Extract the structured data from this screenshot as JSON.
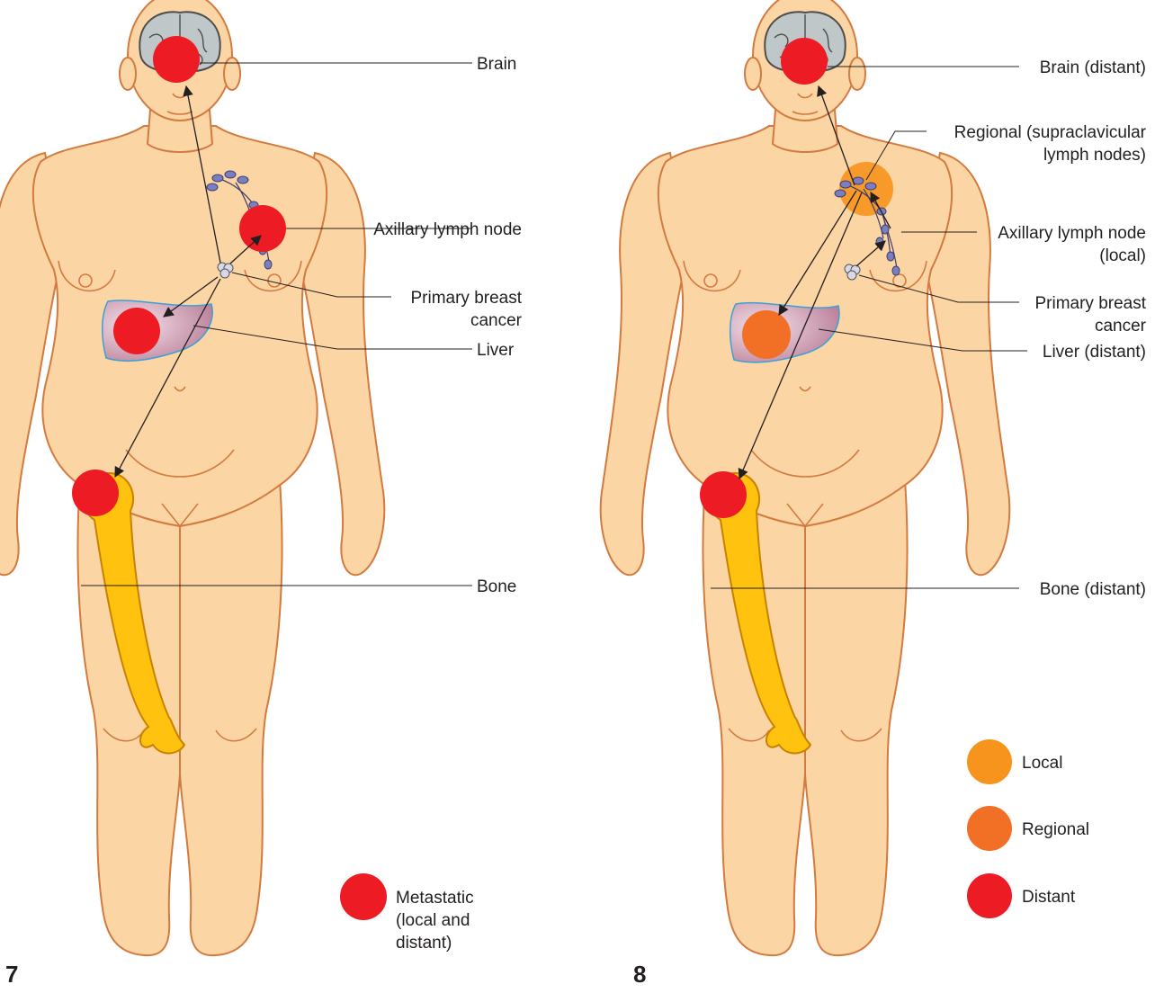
{
  "colors": {
    "skin": "#fcd5a4",
    "outline": "#d27a3f",
    "local": "#f7941d",
    "regional": "#f26f26",
    "distant": "#ed1c24",
    "bone": "#ffc20e",
    "brain": "#bfc7c8",
    "liver": "#c98ca3",
    "lymph": "#7b7fc0"
  },
  "figure7": {
    "number": "7",
    "labels": {
      "brain": "Brain",
      "axillary": "Axillary lymph node",
      "primary_line1": "Primary breast",
      "primary_line2": "cancer",
      "liver": "Liver",
      "bone": "Bone"
    },
    "legend": {
      "line1": "Metastatic",
      "line2": "(local and",
      "line3": "distant)"
    }
  },
  "figure8": {
    "number": "8",
    "labels": {
      "brain": "Brain (distant)",
      "regional_line1": "Regional (supraclavicular",
      "regional_line2": "lymph nodes)",
      "axillary_line1": "Axillary lymph node",
      "axillary_line2": "(local)",
      "primary_line1": "Primary breast",
      "primary_line2": "cancer",
      "liver": "Liver (distant)",
      "bone": "Bone (distant)"
    },
    "legend": {
      "local": "Local",
      "regional": "Regional",
      "distant": "Distant"
    }
  }
}
